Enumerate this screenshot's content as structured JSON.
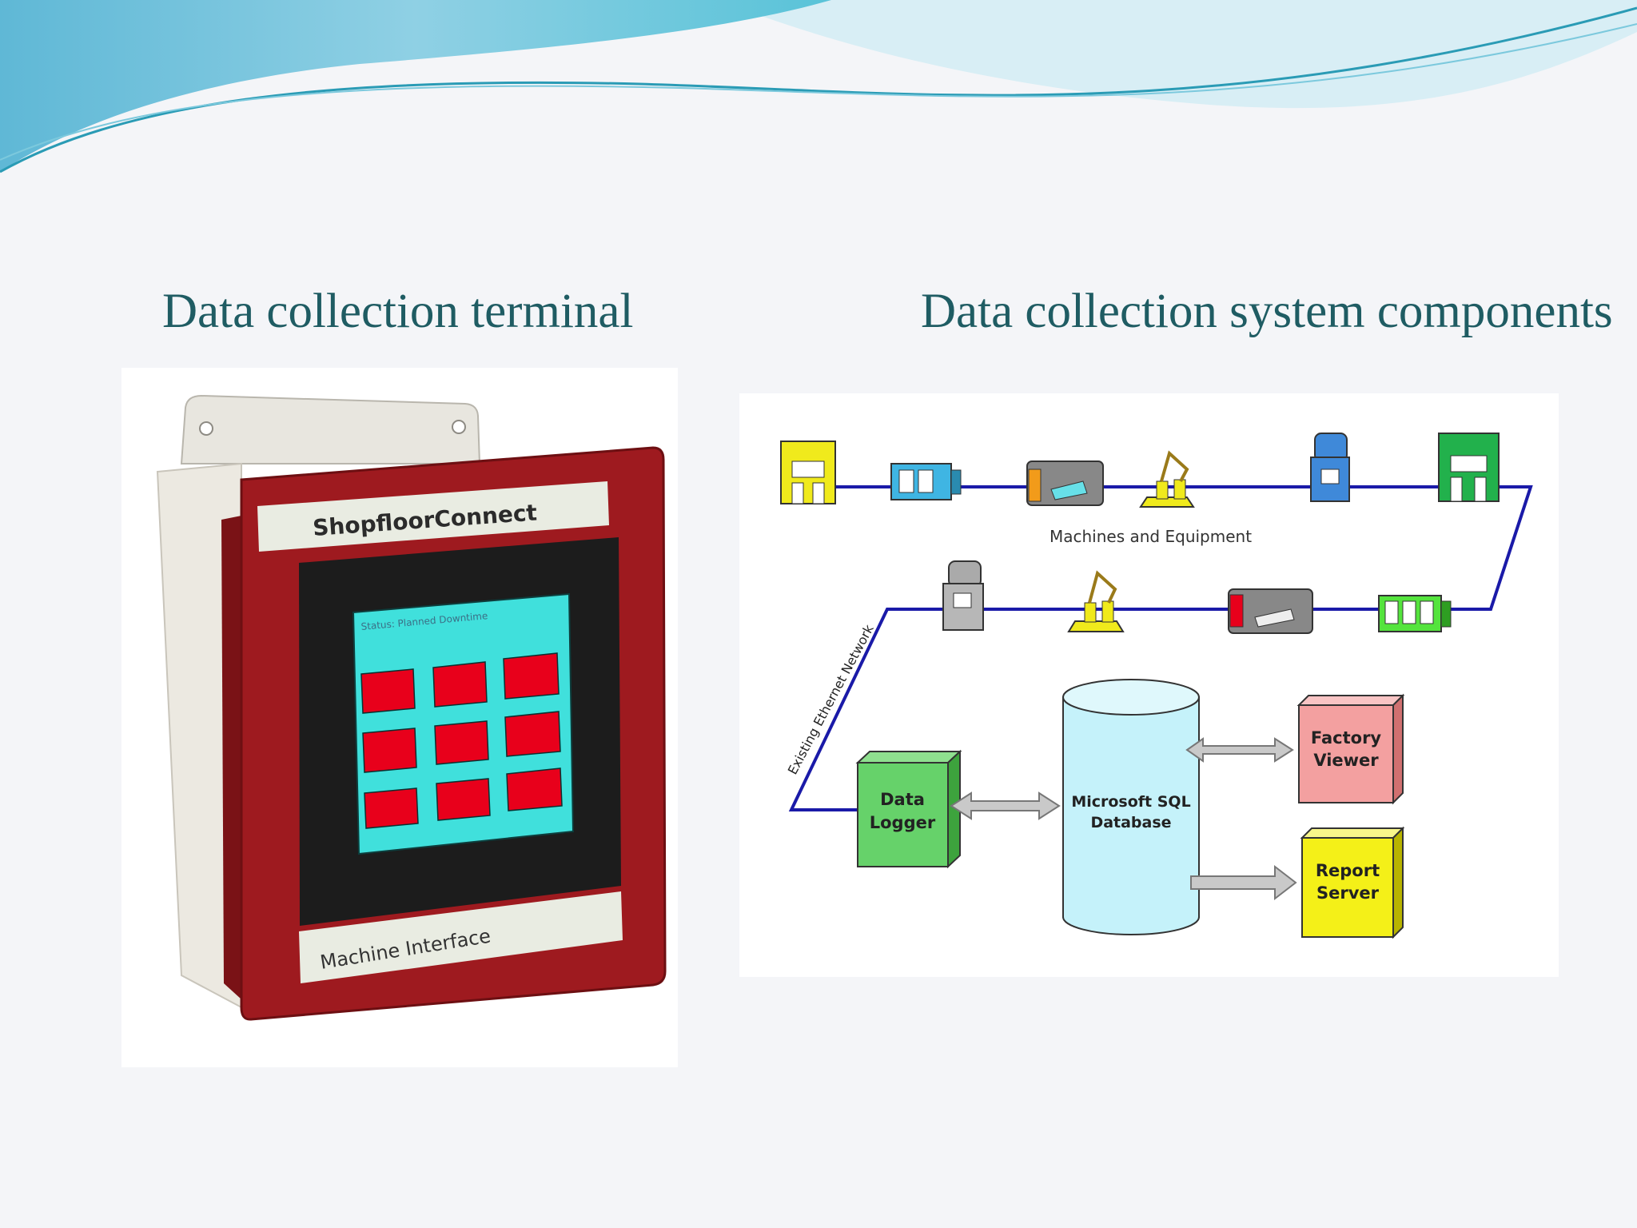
{
  "slide": {
    "left_heading": "Data collection terminal",
    "right_heading": "Data collection system components"
  },
  "terminal": {
    "brand": "ShopfloorConnect",
    "footer_label": "Machine Interface",
    "screen_status": "Status: Planned Downtime",
    "colors": {
      "frame": "#9e1a1f",
      "screen": "#40e0dc",
      "button": "#e8001b"
    }
  },
  "diagram": {
    "machines_label": "Machines and Equipment",
    "network_label": "Existing Ethernet Network",
    "data_logger": [
      "Data",
      "Logger"
    ],
    "database": [
      "Microsoft SQL",
      "Database"
    ],
    "factory_viewer": [
      "Factory",
      "Viewer"
    ],
    "report_server": [
      "Report",
      "Server"
    ],
    "colors": {
      "network": "#1a1aa8",
      "logger": "#66d26a",
      "database": "#c5f2fa",
      "viewer": "#f3a0a0",
      "server": "#f4f018"
    }
  }
}
